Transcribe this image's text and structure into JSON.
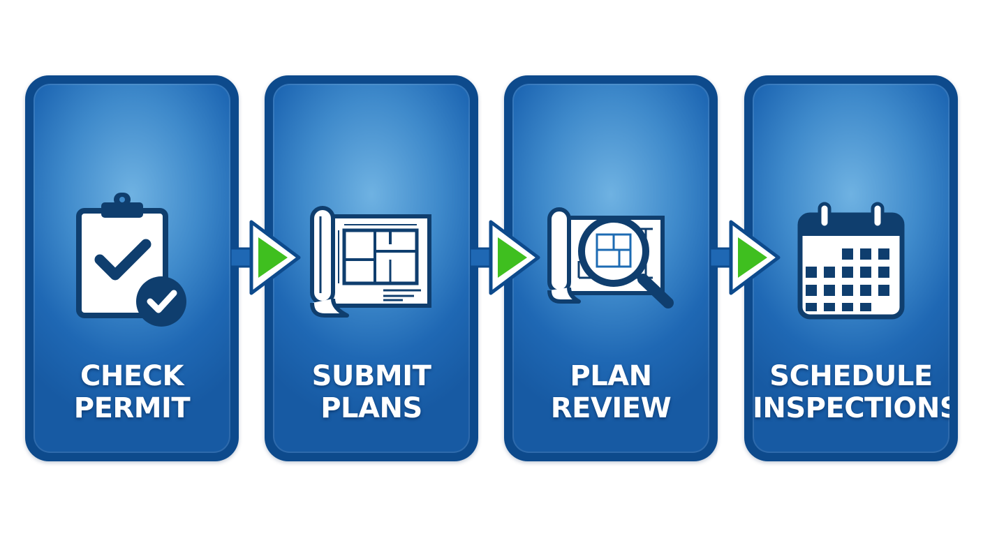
{
  "colors": {
    "card_border": "#0d4a8c",
    "card_fill": "#3f8acb",
    "icon": "#0f3e6e",
    "arrow_green": "#3fbf1f",
    "label": "#ffffff"
  },
  "steps": [
    {
      "line1": "CHECK",
      "line2": "PERMIT",
      "icon": "clipboard-check-icon"
    },
    {
      "line1": "SUBMIT",
      "line2": "PLANS",
      "icon": "blueprint-icon"
    },
    {
      "line1": "PLAN",
      "line2": "REVIEW",
      "icon": "magnifier-blueprint-icon"
    },
    {
      "line1": "SCHEDULE",
      "line2": "INSPECTIONS",
      "icon": "calendar-icon"
    }
  ],
  "connectors": [
    {
      "icon": "arrow-right-icon"
    },
    {
      "icon": "arrow-right-icon"
    },
    {
      "icon": "arrow-right-icon"
    }
  ]
}
